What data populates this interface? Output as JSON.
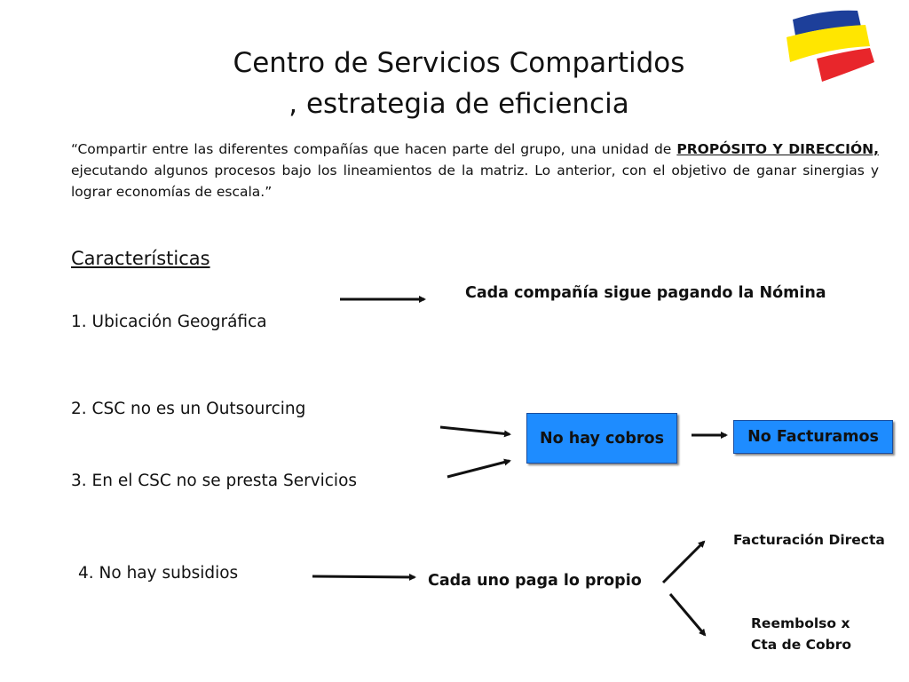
{
  "title": {
    "line1": "Centro de Servicios Compartidos",
    "line2": ", estrategia de eficiencia"
  },
  "quote": {
    "part1": "“Compartir entre las diferentes compañías que hacen parte del grupo, una unidad de ",
    "emphasis": "PROPÓSITO Y DIRECCIÓN,",
    "part2": " ejecutando algunos procesos bajo los lineamientos de la matriz. Lo anterior, con el objetivo de ganar sinergias y lograr economías de escala.”"
  },
  "characteristics": {
    "heading": "Características",
    "items": [
      "1. Ubicación Geográfica",
      "2. CSC no es un Outsourcing",
      "3. En el CSC no se presta Servicios",
      "4. No hay subsidios"
    ]
  },
  "outcomes": {
    "nomina": "Cada compañía sigue pagando la Nómina",
    "no_cobros": "No hay cobros",
    "no_facturamos": "No Facturamos",
    "paga_propio": "Cada uno paga lo propio",
    "facturacion_directa": "Facturación Directa",
    "reembolso_line1": "Reembolso x",
    "reembolso_line2": "Cta de Cobro"
  },
  "colors": {
    "box_fill": "#1e8cff",
    "logo_blue": "#1d3f9a",
    "logo_yellow": "#ffe600",
    "logo_red": "#e8262b"
  },
  "icons": [
    "flag-logo-icon",
    "arrow-right-icon"
  ]
}
